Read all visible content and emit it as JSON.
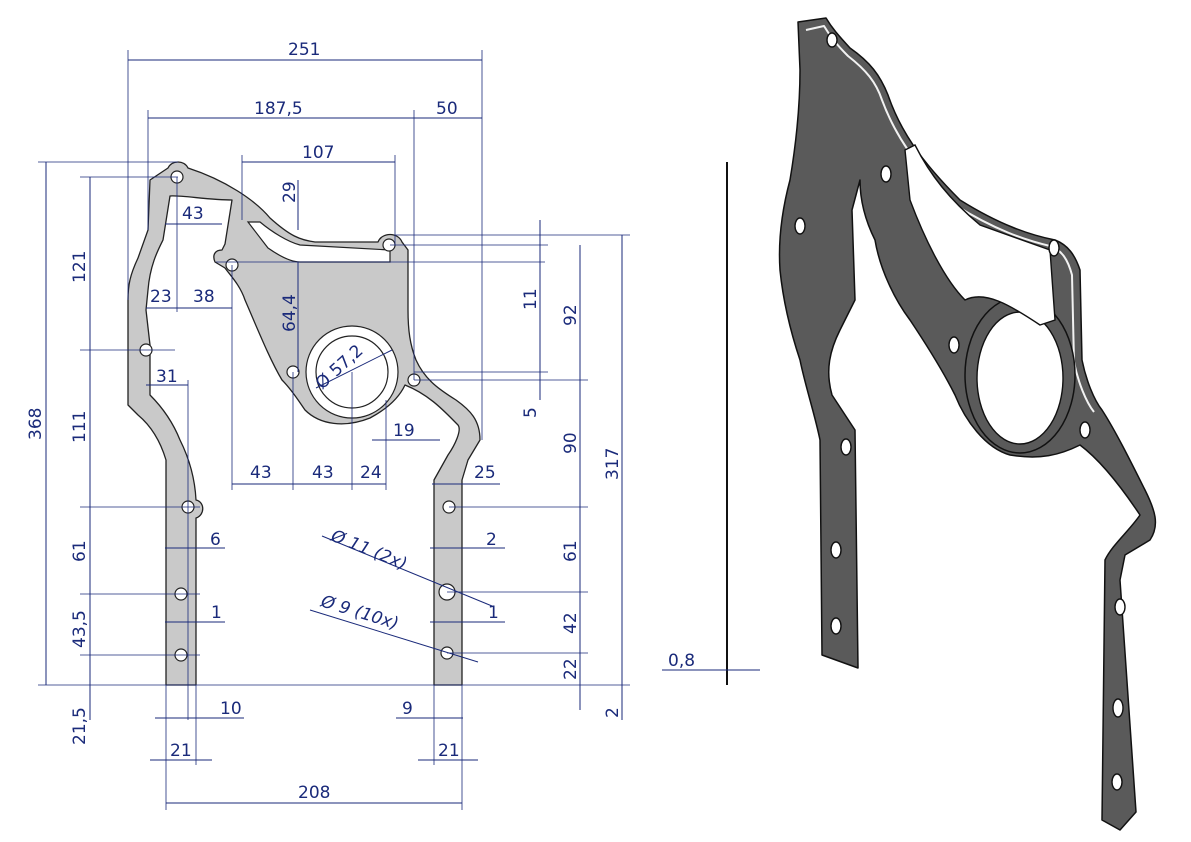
{
  "dimensions": {
    "d251": "251",
    "d187_5": "187,5",
    "d50": "50",
    "d107": "107",
    "d29": "29",
    "d43_top": "43",
    "d121": "121",
    "d23": "23",
    "d38": "38",
    "d64_4": "64,4",
    "d_dia57": "Ø 57,2",
    "d31": "31",
    "d111": "111",
    "d368": "368",
    "d43a": "43",
    "d43b": "43",
    "d24": "24",
    "d19": "19",
    "d25": "25",
    "d11": "11",
    "d92": "92",
    "d5": "5",
    "d90": "90",
    "d317": "317",
    "d61_left": "61",
    "d6": "6",
    "d43_5": "43,5",
    "d1_left": "1",
    "d21_5": "21,5",
    "d10": "10",
    "d21_left": "21",
    "d208": "208",
    "d_dia11": "Ø 11 (2x)",
    "d2_right": "2",
    "d61_right": "61",
    "d_dia9": "Ø 9 (10x)",
    "d1_right": "1",
    "d42": "42",
    "d22": "22",
    "d2_bottom": "2",
    "d9": "9",
    "d21_right": "21",
    "d0_8": "0,8"
  },
  "colors": {
    "dimension": "#1a2a7a",
    "part_fill": "#c9c9c9",
    "iso_fill": "#5a5a5a"
  }
}
